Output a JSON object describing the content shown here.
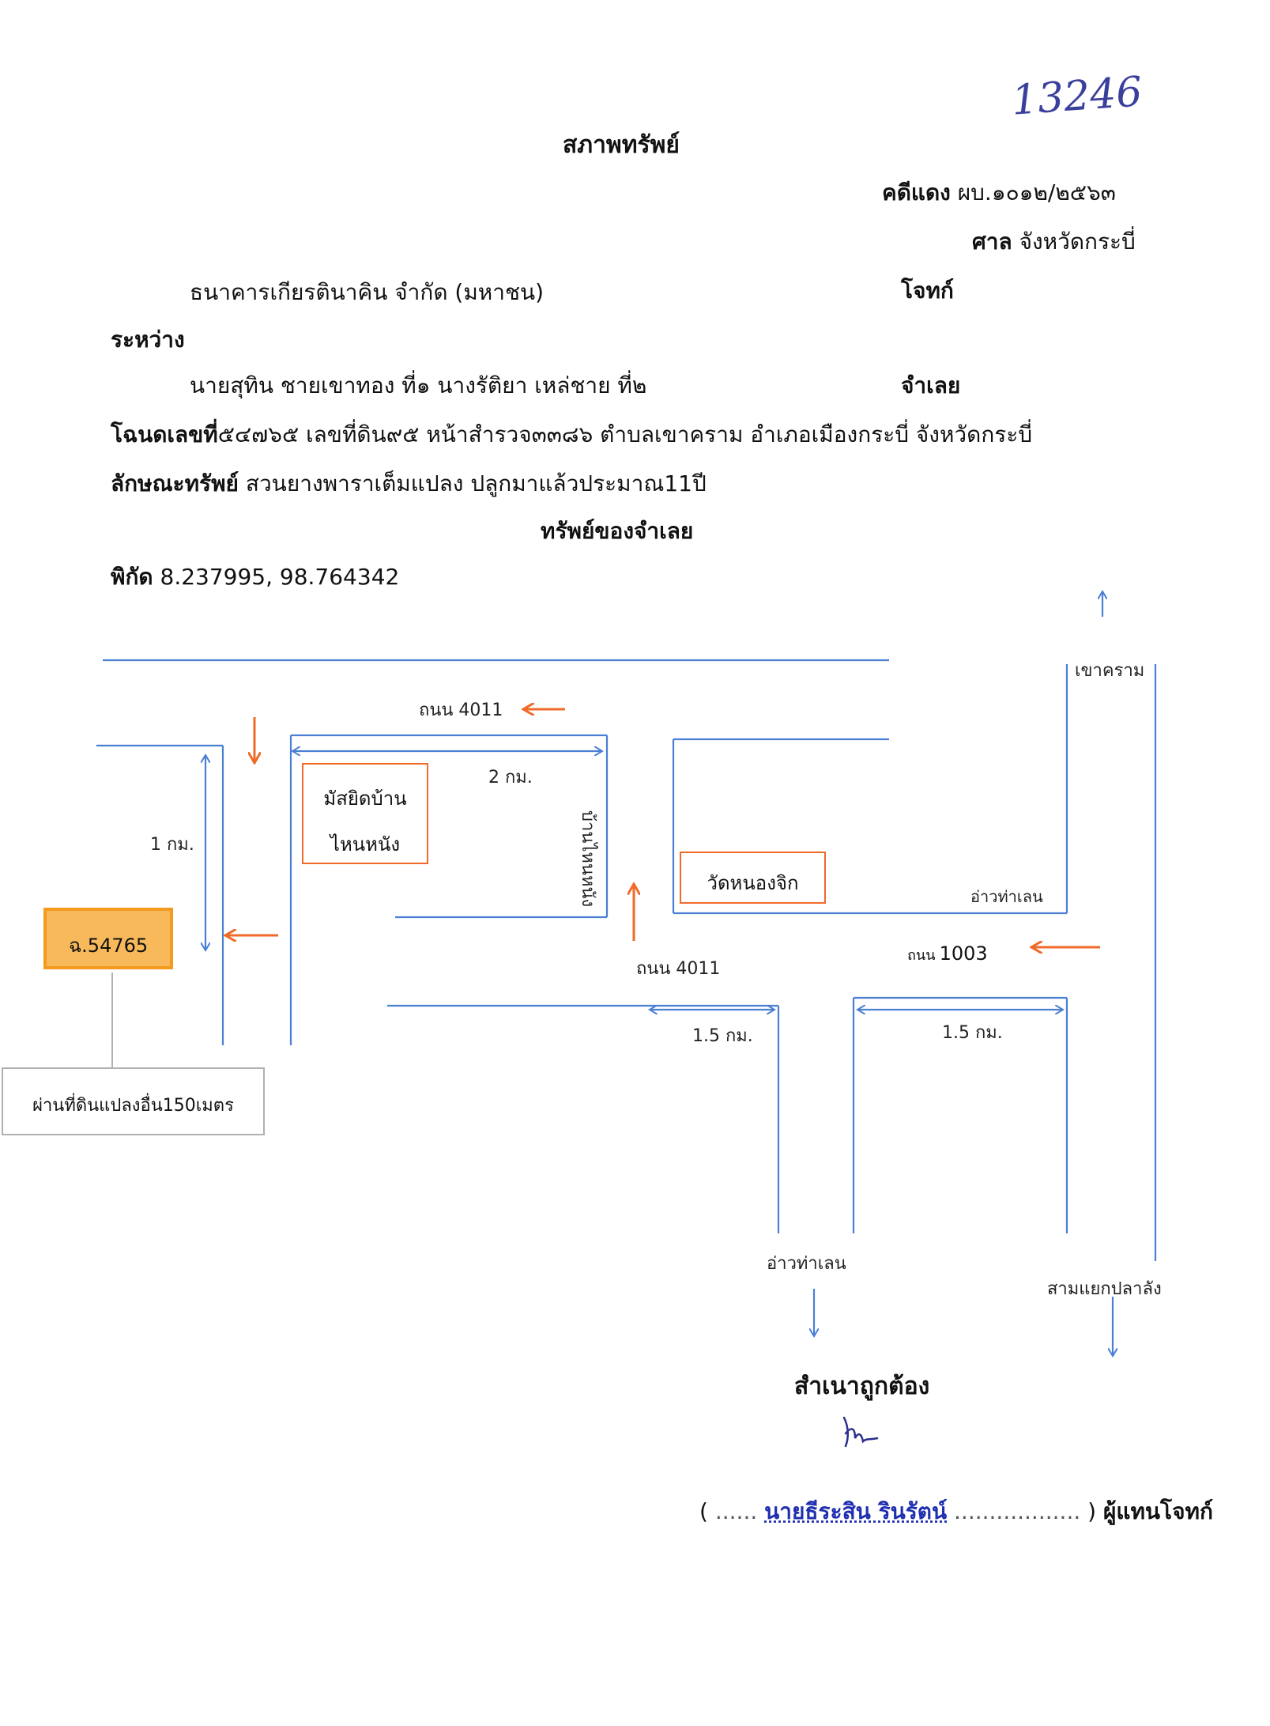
{
  "handwritten_number": "13246",
  "doc_title": "สภาพทรัพย์",
  "case": {
    "label": "คดีแดง",
    "value": "ผบ.๑๐๑๒/๒๕๖๓"
  },
  "court": {
    "label": "ศาล",
    "value": "จังหวัดกระบี่"
  },
  "plaintiff": {
    "name": "ธนาคารเกียรตินาคิน จำกัด (มหาชน)",
    "role": "โจทก์"
  },
  "between_label": "ระหว่าง",
  "defendant": {
    "name": "นายสุทิน ชายเขาทอง ที่๑ นางรัติยา เหล่ชาย ที่๒",
    "role": "จำเลย"
  },
  "deed": {
    "label": "โฉนดเลขที่",
    "value": "๕๔๗๖๕ เลขที่ดิน๙๕ หน้าสำรวจ๓๓๘๖ ตำบลเขาคราม อำเภอเมืองกระบี่ จังหวัดกระบี่"
  },
  "property_type": {
    "label": "ลักษณะทรัพย์",
    "value": "สวนยางพาราเต็มแปลง ปลูกมาแล้วประมาณ11ปี"
  },
  "defendant_property": "ทรัพย์ของจำเลย",
  "coordinates": {
    "label": "พิกัด",
    "value": "8.237995, 98.764342"
  },
  "map": {
    "road_top": "ถนน 4011",
    "dist_2km": "2 กม.",
    "dist_1km": "1 กม.",
    "mosque": "มัสยิดบ้าน\nไหนหนัง",
    "village_vertical": "บ้านไหนหนัง",
    "temple": "วัดหนองจิก",
    "ao_tha_len_top": "อ่าวท่าเลน",
    "road_1003": "ถนน 1003",
    "road_1003_prefix": "ถนน",
    "road_1003_num": "1003",
    "road_mid": "ถนน 4011",
    "dist_15_left": "1.5 กม.",
    "dist_15_right": "1.5 กม.",
    "khao_khram": "เขาคราม",
    "deed_box": "ฉ.54765",
    "note_box": "ผ่านที่ดินแปลงอื่น150เมตร",
    "ao_tha_len_bottom": "อ่าวท่าเลน",
    "sam_yaek": "สามแยกปลาลัง"
  },
  "certify": "สำเนาถูกต้อง",
  "signer": {
    "open": "(",
    "name": "นายธีระสิน  รินรัตน์",
    "close": ")",
    "role": "ผู้แทนโจทก์"
  },
  "colors": {
    "road": "#4a7fd4",
    "arrow": "#f06a2a",
    "deed_fill": "#f7b95a",
    "deed_border": "#f39a1f"
  }
}
